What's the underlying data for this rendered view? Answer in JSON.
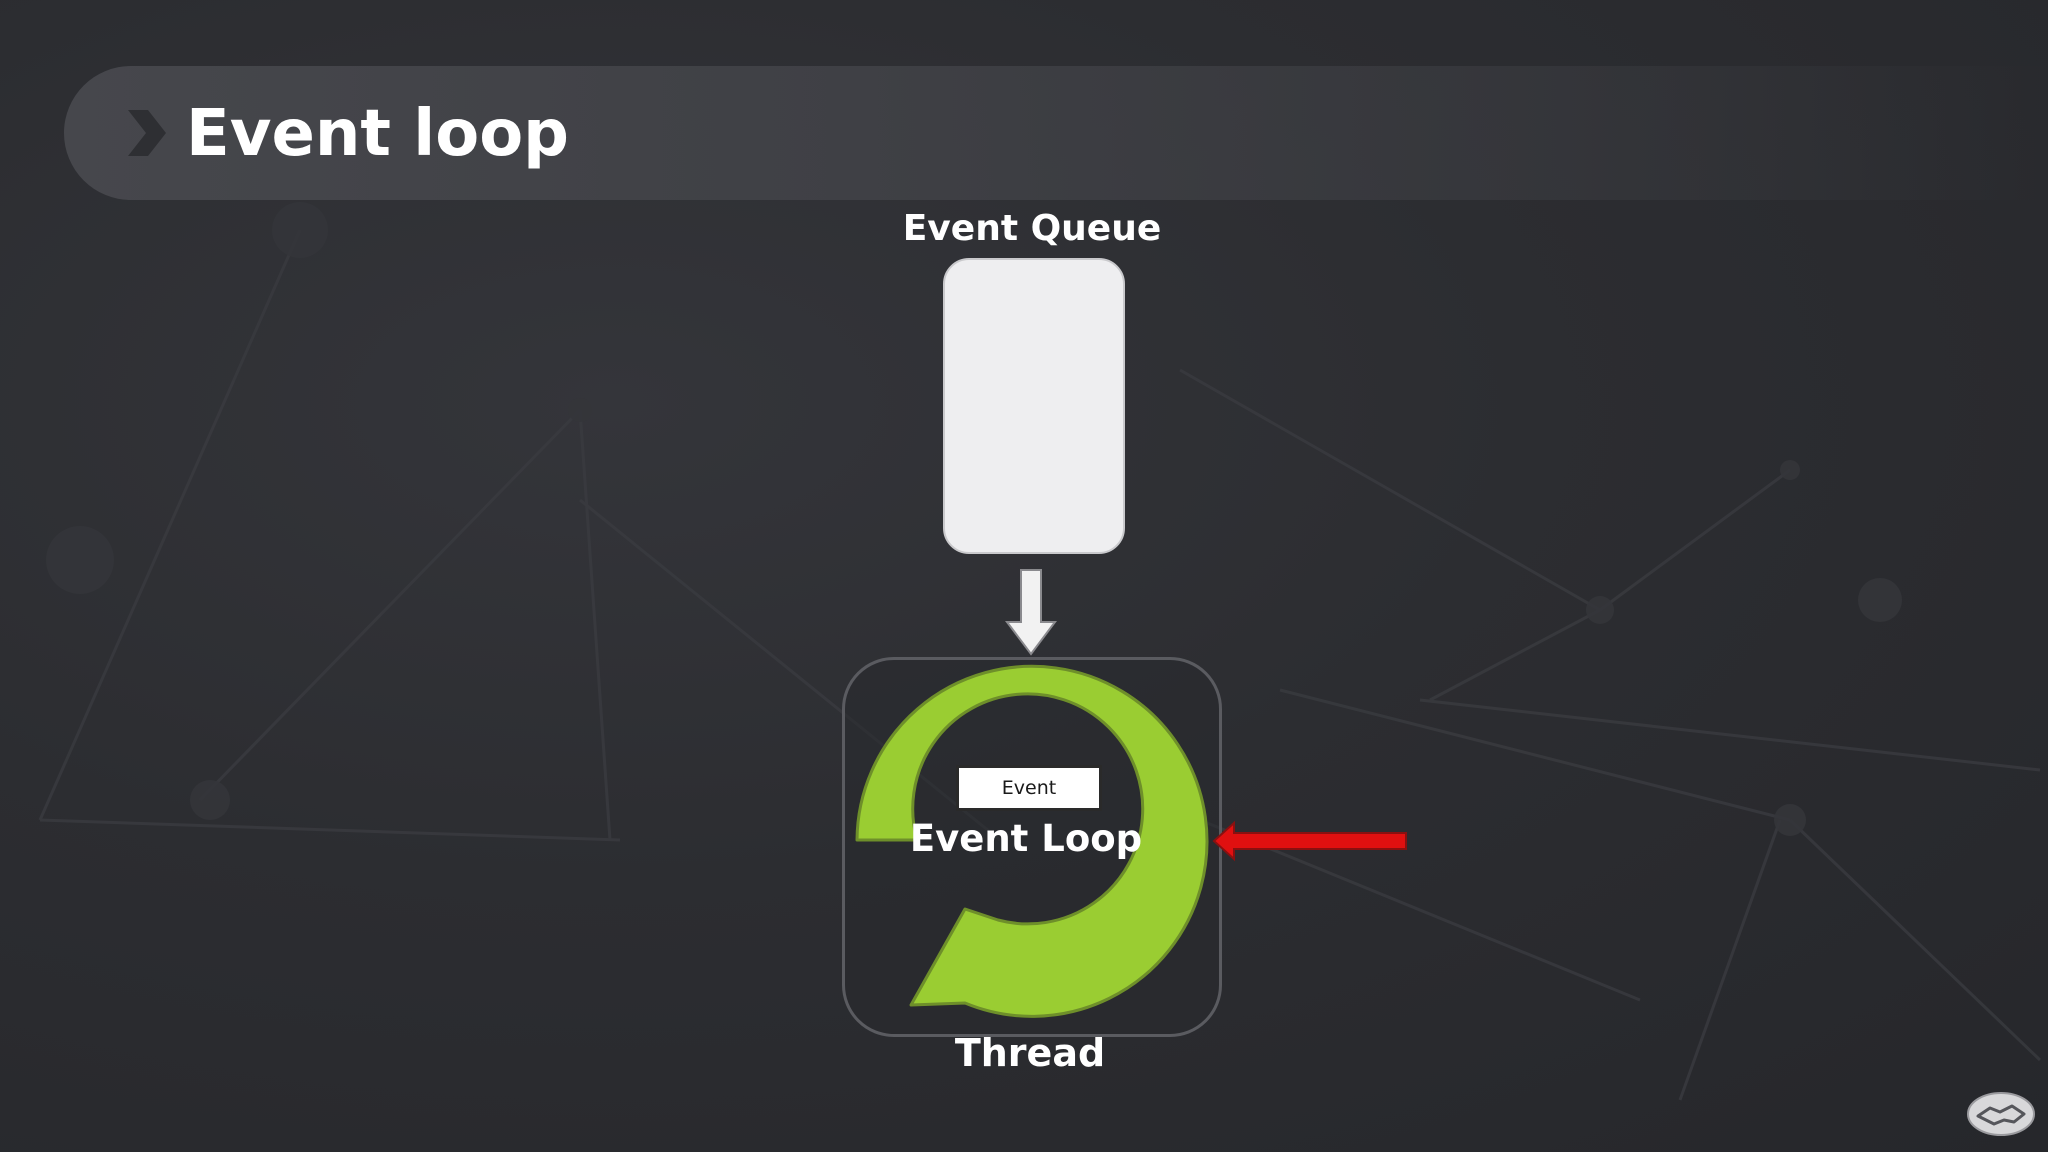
{
  "slide": {
    "title": "Event loop",
    "chevron_icon": "chevron-right-icon"
  },
  "diagram": {
    "queue_label": "Event Queue",
    "event_chip": "Event",
    "loop_label": "Event Loop",
    "thread_label": "Thread",
    "loop_icon": "circular-arrow-icon",
    "pointer_icon": "arrow-left-icon",
    "flow_icon": "arrow-down-icon"
  },
  "logo": {
    "icon": "handshake-icon"
  },
  "colors": {
    "background": "#2b2c30",
    "title_bar": "#46474c",
    "queue_box": "#eeeef0",
    "loop_green": "#9acd32",
    "loop_stroke": "#6e8f2a",
    "pointer_red": "#e01010"
  }
}
